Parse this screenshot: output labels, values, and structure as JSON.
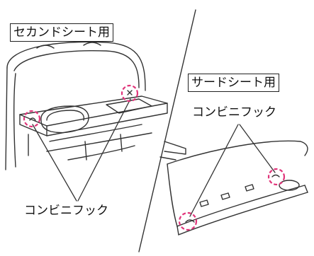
{
  "labels": {
    "second_seat": "セカンドシート用",
    "third_seat": "サードシート用",
    "callout_left": "コンビニフック",
    "callout_right": "コンビニフック"
  },
  "colors": {
    "line": "#333333",
    "highlight": "#e0357a",
    "background": "#ffffff"
  }
}
